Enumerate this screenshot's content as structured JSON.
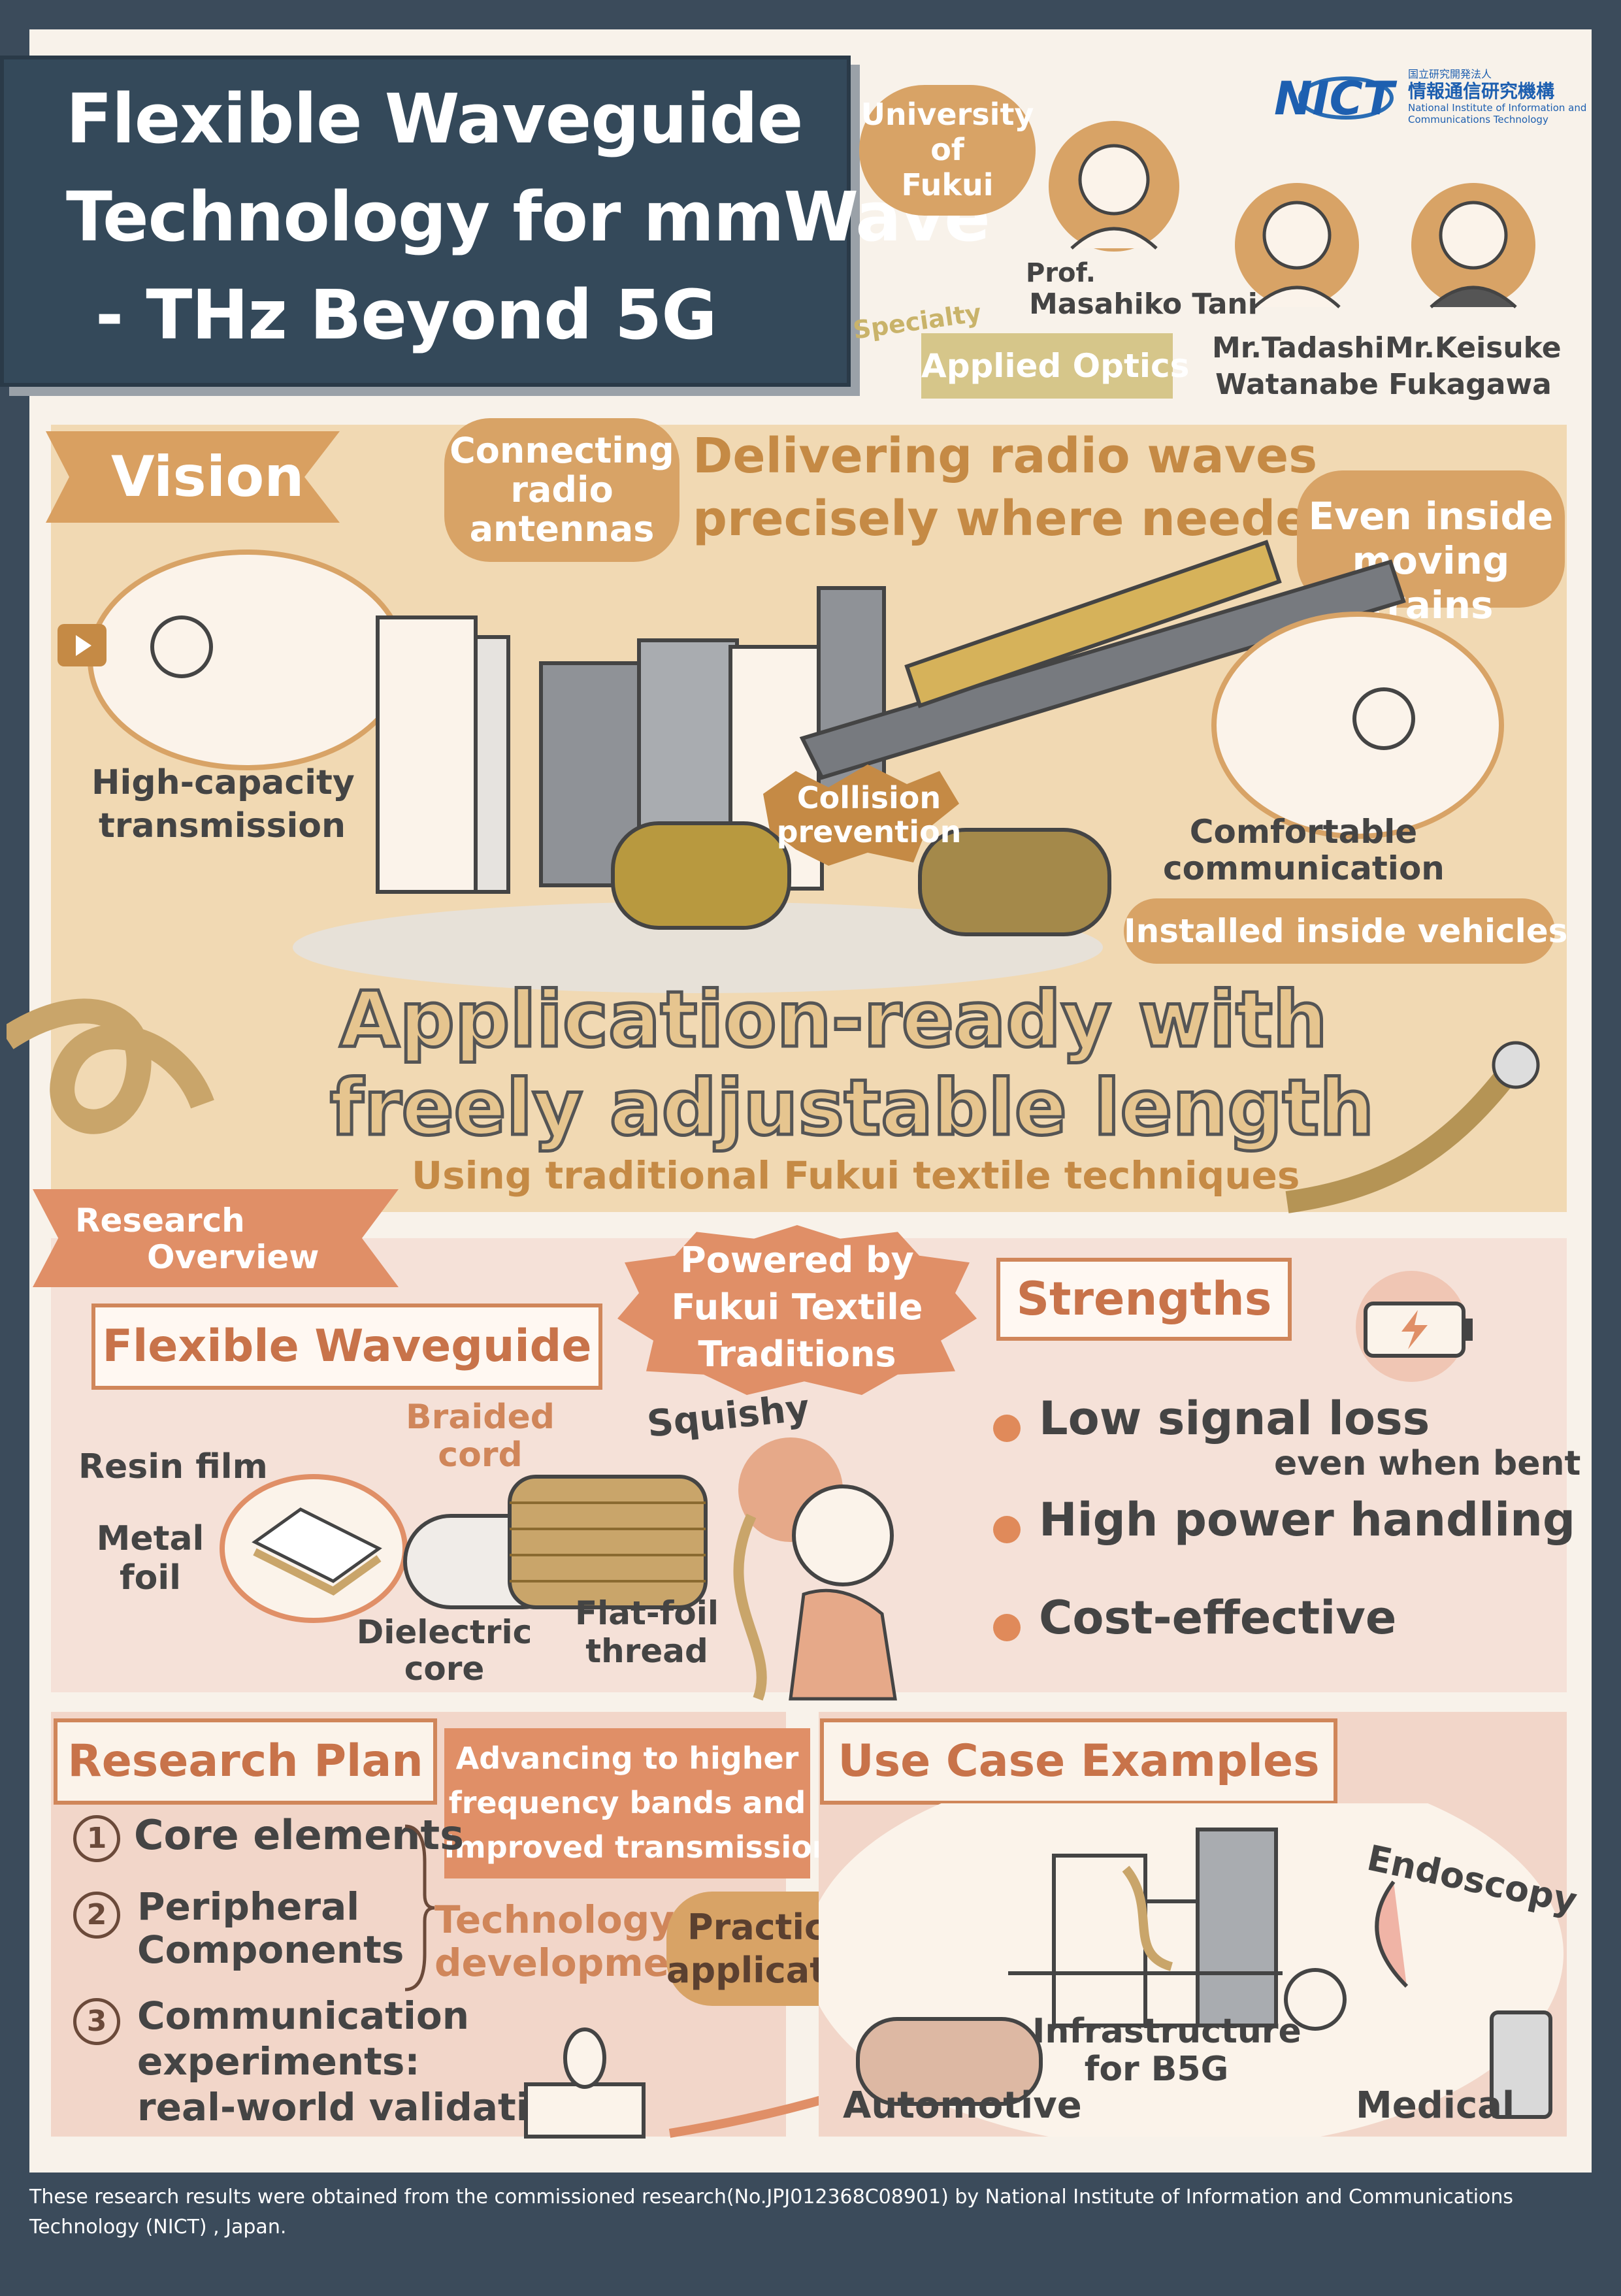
{
  "title": {
    "line1": "Flexible Waveguide",
    "line2": "Technology for mmWave",
    "line3": "- THz Beyond 5G"
  },
  "logo": {
    "nict": "NICT",
    "jp_small": "国立研究開発法人",
    "jp_name": "情報通信研究機構",
    "en_line1": "National Institute of Information and",
    "en_line2": "Communications Technology"
  },
  "team": {
    "university": {
      "l1": "University",
      "l2": "of",
      "l3": "Fukui"
    },
    "specialty_label": "Specialty",
    "specialty_value": "Applied Optics",
    "people": [
      {
        "l1": "Prof.",
        "l2": "Masahiko Tani"
      },
      {
        "l1": "Mr.Tadashi",
        "l2": "Watanabe"
      },
      {
        "l1": "Mr.Keisuke",
        "l2": "Fukagawa"
      }
    ]
  },
  "vision": {
    "ribbon": "Vision",
    "connecting": {
      "l1": "Connecting",
      "l2": "radio",
      "l3": "antennas"
    },
    "delivering": {
      "l1": "Delivering radio waves",
      "l2": "precisely where needed!"
    },
    "trains": {
      "l1": "Even inside",
      "l2": "moving trains"
    },
    "high_capacity": {
      "l1": "High-capacity",
      "l2": "transmission"
    },
    "collision": {
      "l1": "Collision",
      "l2": "prevention"
    },
    "comfortable": {
      "l1": "Comfortable",
      "l2": "communication"
    },
    "installed": "Installed inside vehicles",
    "headline": {
      "l1": "Application-ready with",
      "l2": "freely adjustable length"
    },
    "sub": "Using traditional Fukui textile techniques"
  },
  "research": {
    "ribbon": {
      "l1": "Research",
      "l2": "Overview"
    },
    "powered": {
      "l1": "Powered by",
      "l2": "Fukui Textile",
      "l3": "Traditions"
    },
    "flex_title": "Flexible Waveguide",
    "parts": {
      "braided_l1": "Braided",
      "braided_l2": "cord",
      "resin": "Resin film",
      "metal_l1": "Metal",
      "metal_l2": "foil",
      "dielectric_l1": "Dielectric",
      "dielectric_l2": "core",
      "flatfoil_l1": "Flat-foil",
      "flatfoil_l2": "thread"
    },
    "squishy": "Squishy",
    "strengths_title": "Strengths",
    "strengths": [
      {
        "text": "Low signal loss",
        "sub": "even when bent"
      },
      {
        "text": "High power handling",
        "sub": ""
      },
      {
        "text": "Cost-effective",
        "sub": ""
      }
    ]
  },
  "plan": {
    "title": "Research Plan",
    "advancing": {
      "l1": "Advancing to higher",
      "l2": "frequency bands and",
      "l3": "improved transmission"
    },
    "items": [
      {
        "num": "1",
        "l1": "Core elements",
        "l2": "",
        "l3": ""
      },
      {
        "num": "2",
        "l1": "Peripheral",
        "l2": "Components",
        "l3": ""
      },
      {
        "num": "3",
        "l1": "Communication",
        "l2": "experiments:",
        "l3": "real-world validation"
      }
    ],
    "tech": {
      "l1": "Technology",
      "l2": "development"
    },
    "practical": {
      "l1": "Practical",
      "l2": "application"
    }
  },
  "usecase": {
    "title": "Use Case Examples",
    "infra": {
      "l1": "Infrastructure",
      "l2": "for B5G"
    },
    "endoscopy": "Endoscopy",
    "automotive": "Automotive",
    "medical": "Medical"
  },
  "footer": {
    "l1": "These research results were obtained from the commissioned research(No.JPJ012368C08901) by National Institute of Information and Communications",
    "l2": "Technology (NICT) , Japan."
  },
  "colors": {
    "navy": "#34495a",
    "tan": "#d8a366",
    "orange": "#d0865a",
    "paper": "#f8f2ea"
  }
}
